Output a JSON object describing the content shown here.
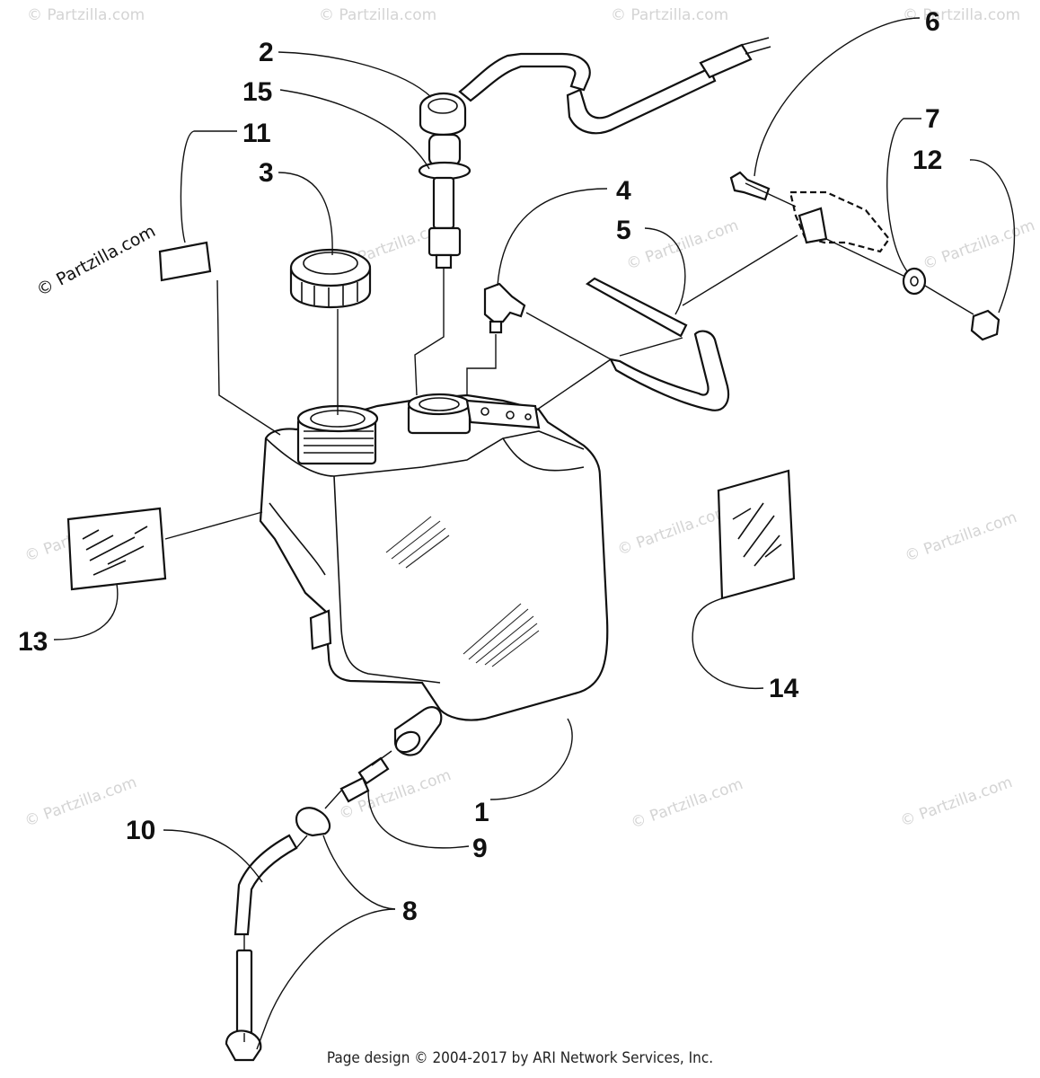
{
  "watermark": "© Partzilla.com",
  "footer": "Page design © 2004-2017 by ARI Network Services, Inc.",
  "callouts": [
    {
      "id": "1",
      "label": "1"
    },
    {
      "id": "2",
      "label": "2"
    },
    {
      "id": "3",
      "label": "3"
    },
    {
      "id": "4",
      "label": "4"
    },
    {
      "id": "5",
      "label": "5"
    },
    {
      "id": "6",
      "label": "6"
    },
    {
      "id": "7",
      "label": "7"
    },
    {
      "id": "8",
      "label": "8"
    },
    {
      "id": "9",
      "label": "9"
    },
    {
      "id": "10",
      "label": "10"
    },
    {
      "id": "11",
      "label": "11"
    },
    {
      "id": "12",
      "label": "12"
    },
    {
      "id": "13",
      "label": "13"
    },
    {
      "id": "14",
      "label": "14"
    },
    {
      "id": "15",
      "label": "15"
    }
  ]
}
